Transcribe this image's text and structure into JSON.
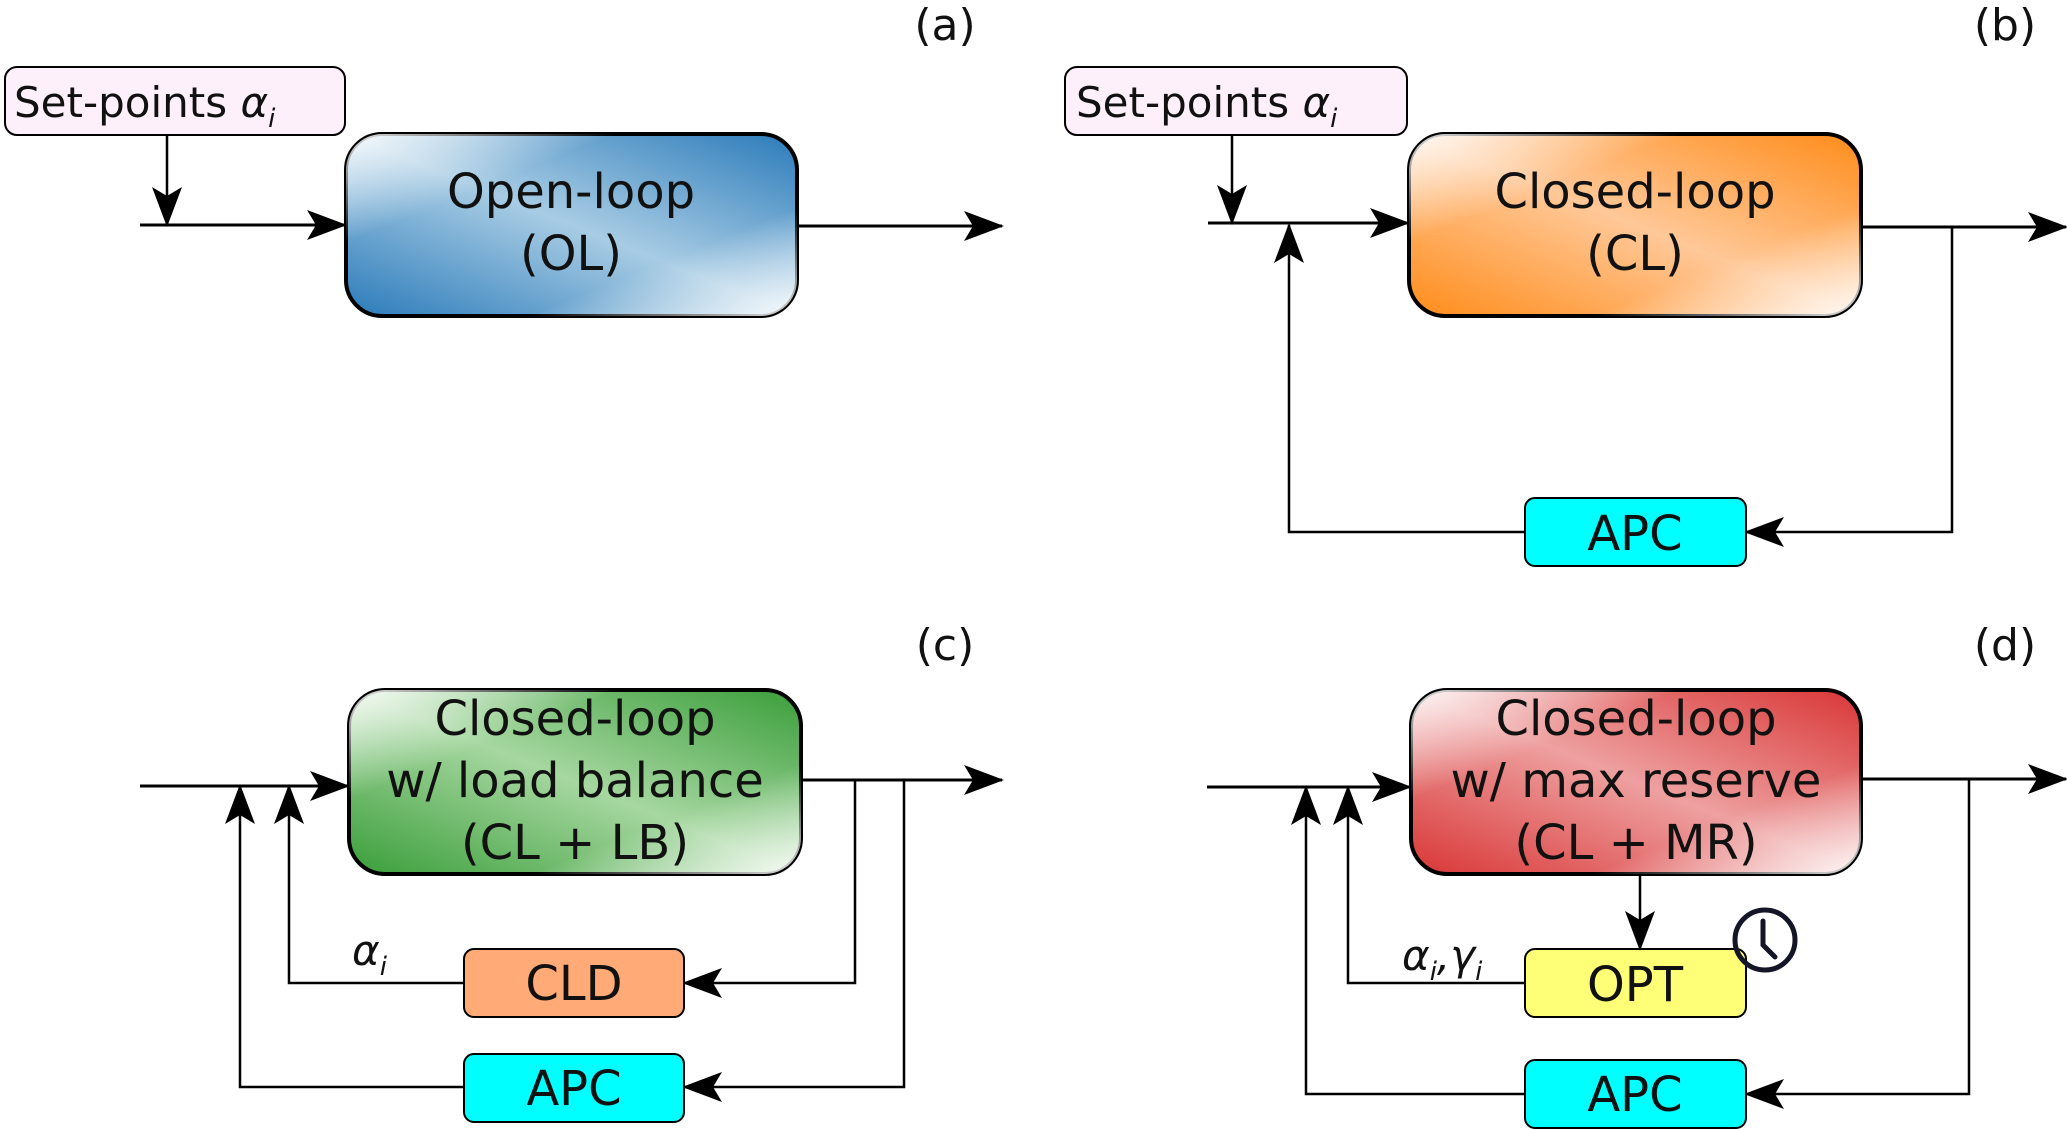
{
  "figure": {
    "panels": [
      {
        "id": "a",
        "label": "(a)",
        "setpoint": {
          "text": "Set-points ",
          "symbol": "α",
          "sub": "i"
        },
        "main_block": {
          "lines": [
            "Open-loop",
            "(OL)"
          ],
          "color": "#2b7bba"
        },
        "feedback": []
      },
      {
        "id": "b",
        "label": "(b)",
        "setpoint": {
          "text": "Set-points ",
          "symbol": "α",
          "sub": "i"
        },
        "main_block": {
          "lines": [
            "Closed-loop",
            "(CL)"
          ],
          "color": "#ff8c1a"
        },
        "feedback": [
          {
            "label": "APC",
            "color": "#00ffff"
          }
        ]
      },
      {
        "id": "c",
        "label": "(c)",
        "main_block": {
          "lines": [
            "Closed-loop",
            "w/ load balance",
            "(CL + LB)"
          ],
          "color": "#3a9e3a"
        },
        "feedback": [
          {
            "label": "CLD",
            "color": "#ffaa77",
            "signal": {
              "symbol": "α",
              "sub": "i"
            }
          },
          {
            "label": "APC",
            "color": "#00ffff"
          }
        ]
      },
      {
        "id": "d",
        "label": "(d)",
        "main_block": {
          "lines": [
            "Closed-loop",
            "w/ max reserve",
            "(CL + MR)"
          ],
          "color": "#d93636"
        },
        "feedback": [
          {
            "label": "OPT",
            "color": "#ffff77",
            "signal": {
              "symbol1": "α",
              "sub1": "i",
              "sep": ",",
              "symbol2": "γ",
              "sub2": "i"
            },
            "icon": "clock-icon"
          },
          {
            "label": "APC",
            "color": "#00ffff"
          }
        ]
      }
    ],
    "colors": {
      "setpoint_fill": "#fdf0fb",
      "line": "#000000"
    }
  }
}
